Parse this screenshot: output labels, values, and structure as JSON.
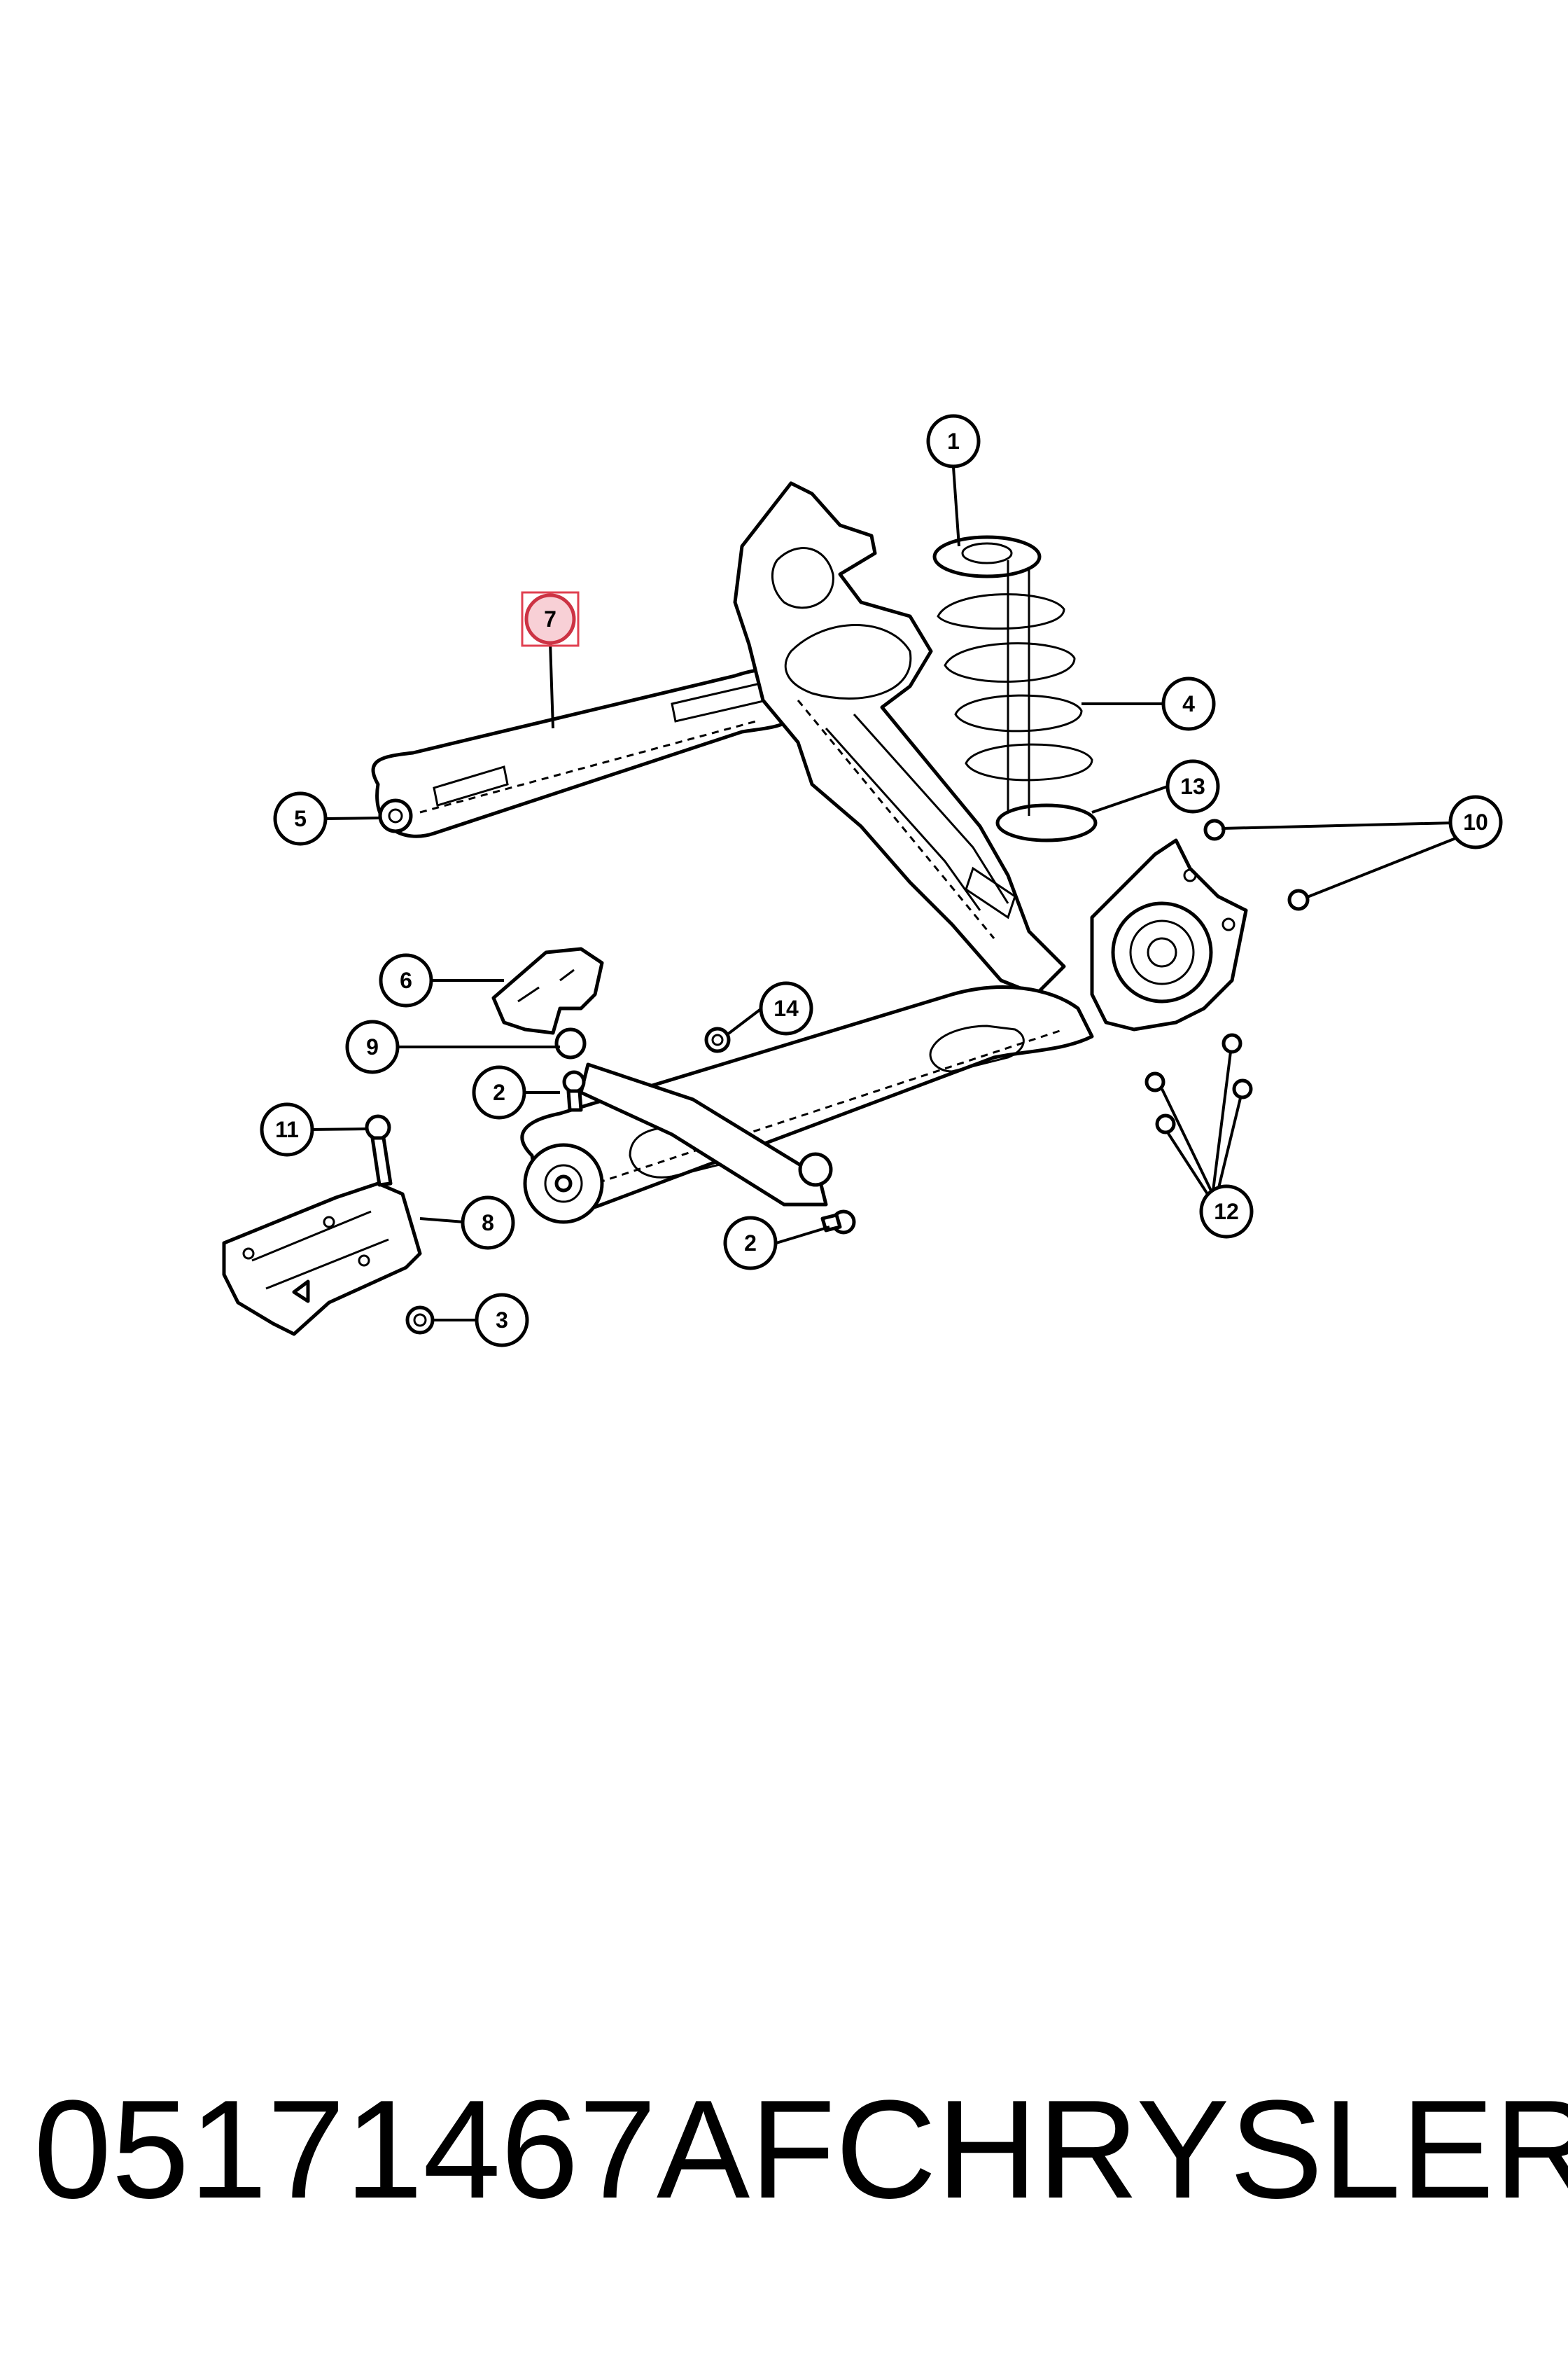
{
  "diagram": {
    "callouts": [
      {
        "id": "1",
        "label": "1"
      },
      {
        "id": "2a",
        "label": "2"
      },
      {
        "id": "2b",
        "label": "2"
      },
      {
        "id": "3",
        "label": "3"
      },
      {
        "id": "4",
        "label": "4"
      },
      {
        "id": "5",
        "label": "5"
      },
      {
        "id": "6",
        "label": "6"
      },
      {
        "id": "7",
        "label": "7",
        "highlighted": true
      },
      {
        "id": "8",
        "label": "8"
      },
      {
        "id": "9",
        "label": "9"
      },
      {
        "id": "10",
        "label": "10"
      },
      {
        "id": "11",
        "label": "11"
      },
      {
        "id": "12",
        "label": "12"
      },
      {
        "id": "13",
        "label": "13"
      },
      {
        "id": "14",
        "label": "14"
      }
    ],
    "highlight_color": "#e04050"
  },
  "footer": {
    "part_number": "05171467AF",
    "brand": "CHRYSLER"
  }
}
